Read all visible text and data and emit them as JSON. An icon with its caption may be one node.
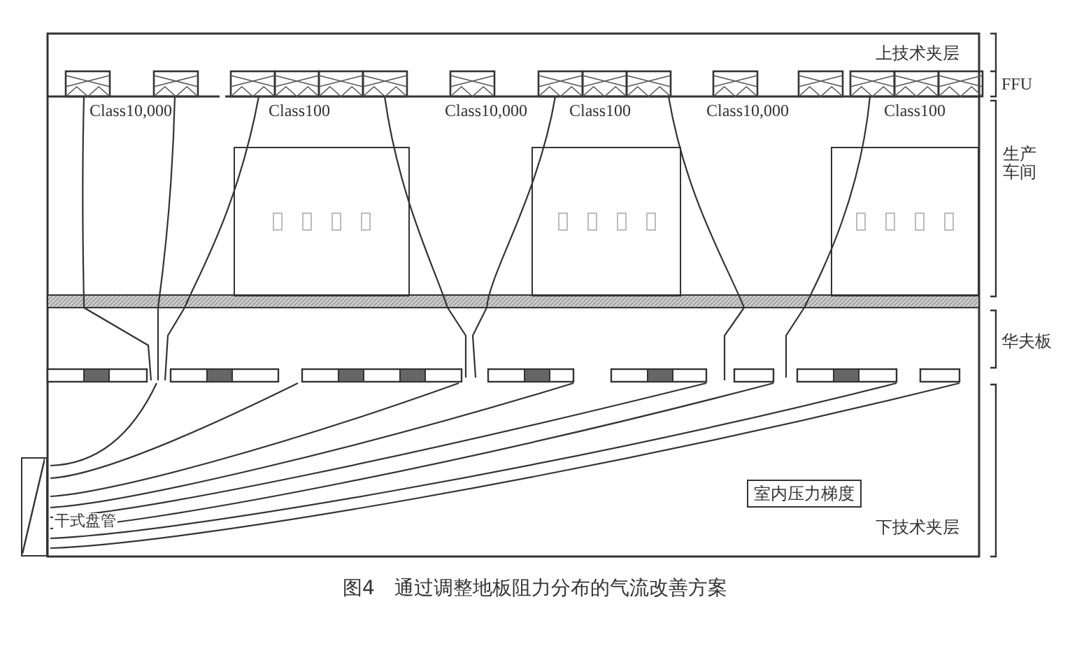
{
  "diagram": {
    "caption": "图4　通过调整地板阻力分布的气流改善方案",
    "nodes": [
      {
        "text": [],
        "shape": "box"
      },
      {
        "text": [],
        "shape": "box"
      },
      {
        "text": [],
        "shape": "box"
      },
      {
        "text": [
          "室内压力梯度"
        ]
      },
      {
        "text": [],
        "shape": "box",
        "beside": [
          "干式盘管"
        ]
      }
    ],
    "labels": [
      "上技术夹层",
      "FFU",
      "Class10,000",
      "Class100",
      "Class10,000",
      "Class100",
      "Class10,000",
      "Class100",
      "生产车间",
      "华夫板",
      "下技术夹层"
    ]
  }
}
